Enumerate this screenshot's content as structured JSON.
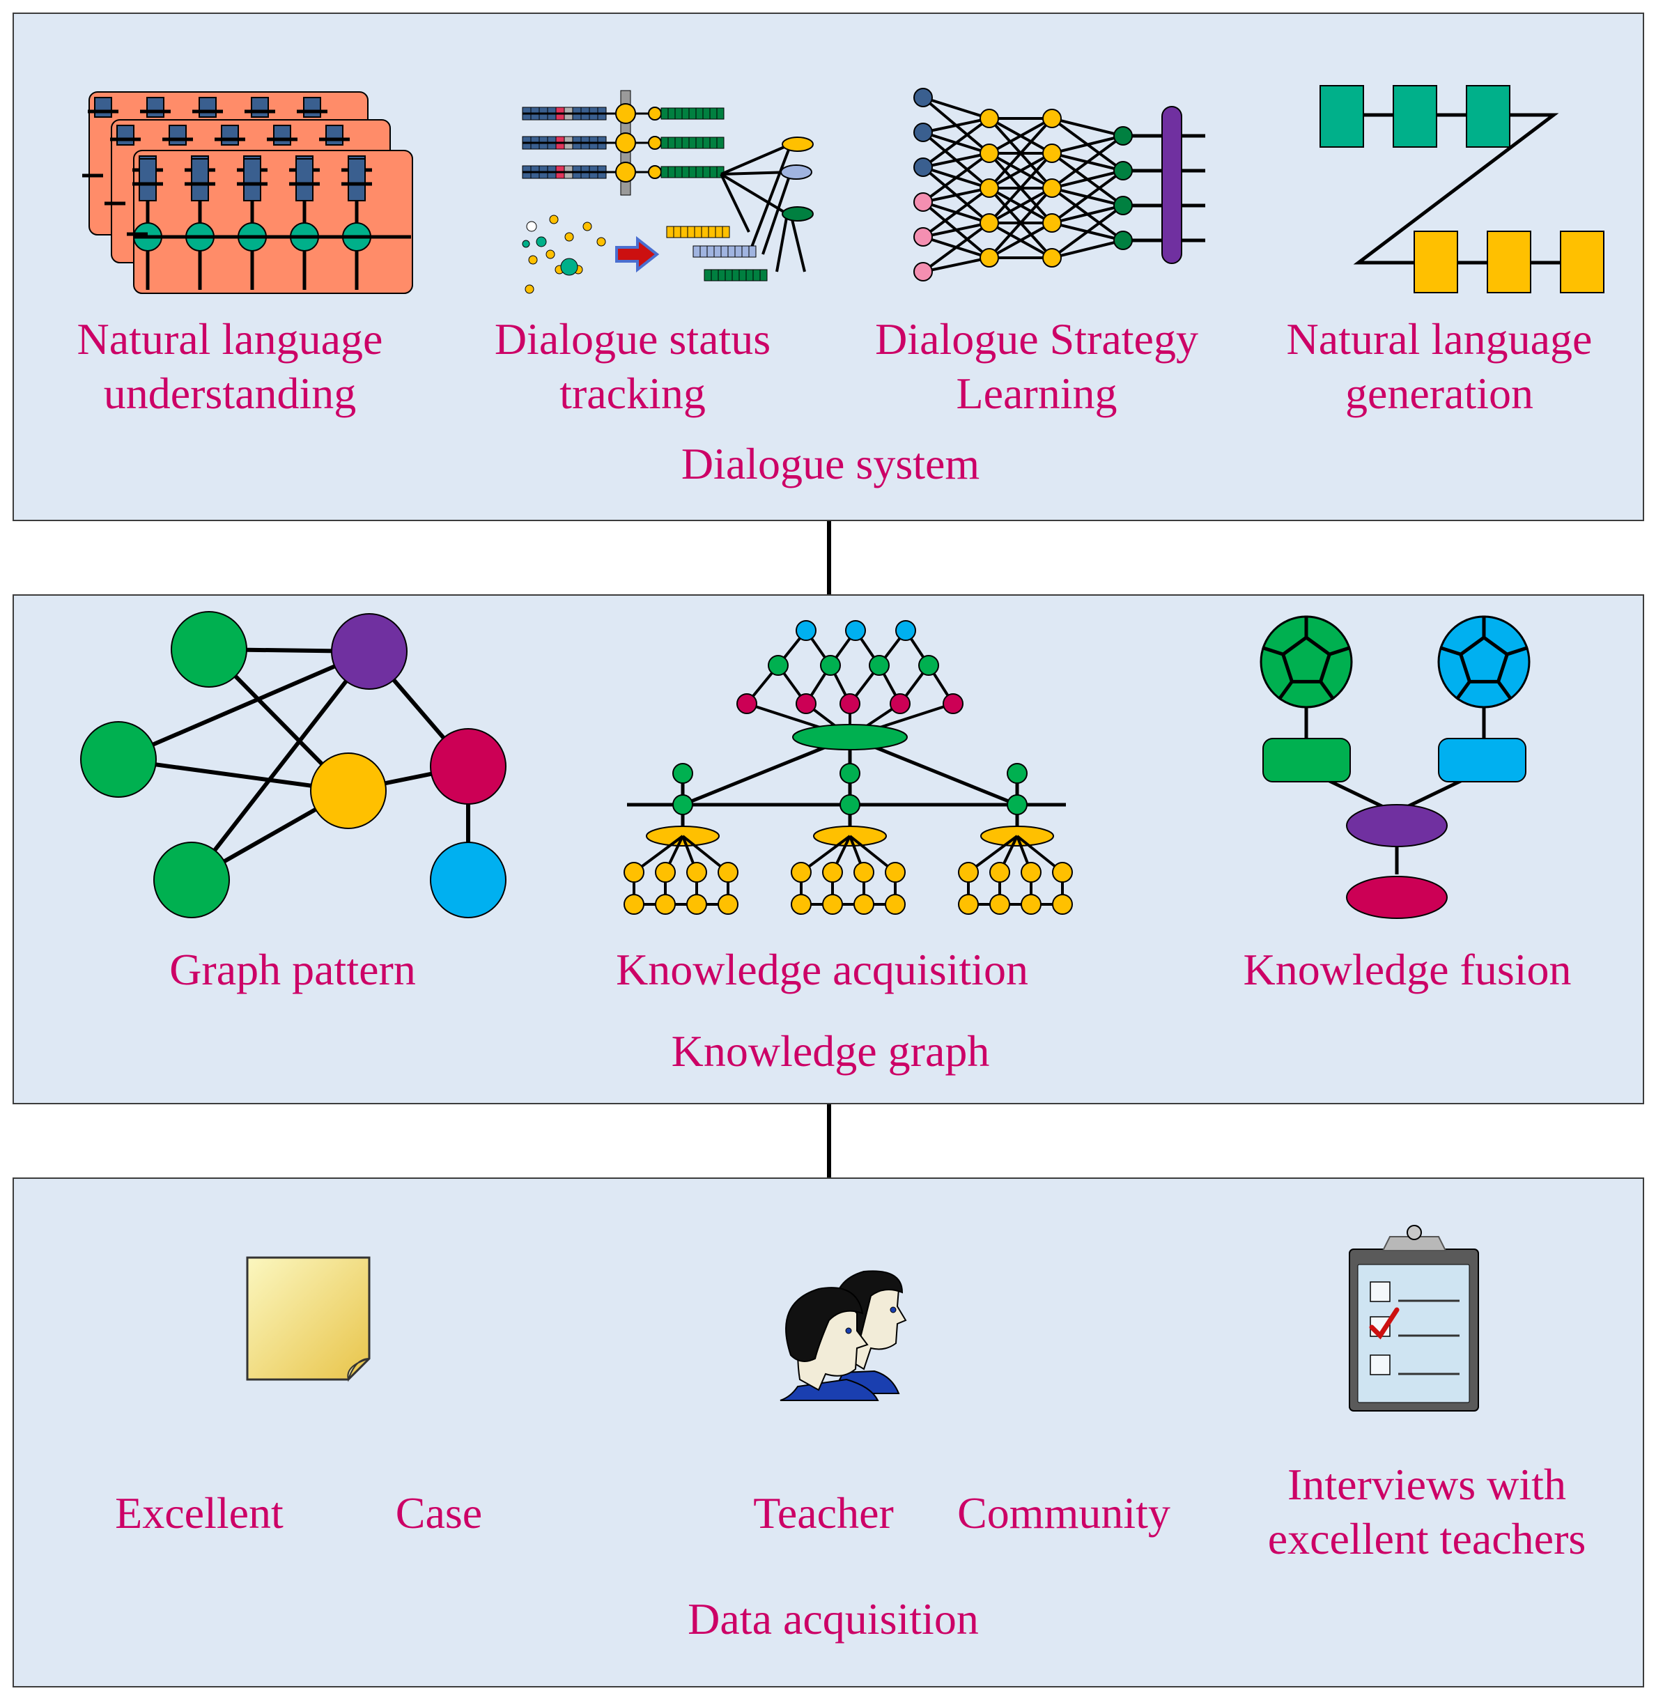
{
  "layers": {
    "dialogue_system": {
      "title": "Dialogue system",
      "modules": {
        "nlu": {
          "line1": "Natural language",
          "line2": "understanding"
        },
        "dst": {
          "line1": "Dialogue status",
          "line2": "tracking"
        },
        "dsl": {
          "line1": "Dialogue Strategy",
          "line2": "Learning"
        },
        "nlg": {
          "line1": "Natural language",
          "line2": "generation"
        }
      }
    },
    "knowledge_graph": {
      "title": "Knowledge graph",
      "modules": {
        "graph_pattern": "Graph pattern",
        "knowledge_acquisition": "Knowledge acquisition",
        "knowledge_fusion": "Knowledge fusion"
      }
    },
    "data_acquisition": {
      "title": "Data acquisition",
      "items": {
        "excellent": "Excellent",
        "case": "Case",
        "teacher": "Teacher",
        "community": "Community",
        "interviews_line1": "Interviews with",
        "interviews_line2": "excellent teachers"
      }
    }
  },
  "colors": {
    "panel_fill": "#dee8f4",
    "label_text": "#cc0066",
    "green": "#00b050",
    "teal": "#00b08a",
    "purple": "#7030a0",
    "yellow": "#ffc000",
    "crimson": "#cc0055",
    "sky": "#00b0f0",
    "salmon": "#ff8c69",
    "navy": "#3a5f8f"
  },
  "icons": {
    "nlu": "stacked-neural-layers-icon",
    "dst": "state-tracking-icon",
    "dsl": "neural-network-icon",
    "nlg": "sequence-generation-icon",
    "graph_pattern": "graph-nodes-icon",
    "knowledge_acquisition": "hierarchy-tree-icon",
    "knowledge_fusion": "fusion-icon",
    "excellent_case": "sticky-note-icon",
    "teacher_community": "people-icon",
    "interviews": "clipboard-checklist-icon"
  }
}
